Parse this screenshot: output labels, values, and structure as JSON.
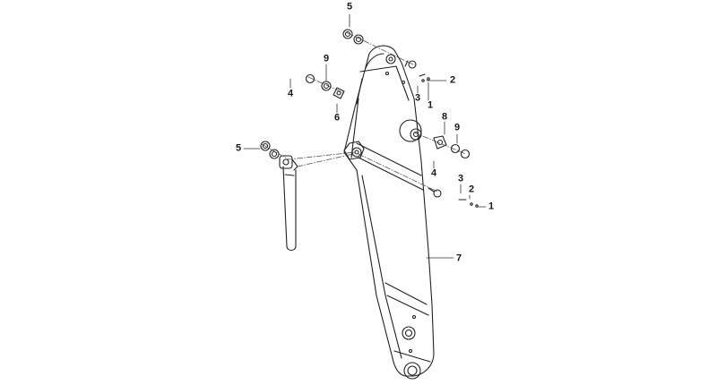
{
  "diagram": {
    "callouts": [
      {
        "id": "c5a",
        "label": "5"
      },
      {
        "id": "c9a",
        "label": "9"
      },
      {
        "id": "c4a",
        "label": "4"
      },
      {
        "id": "c6",
        "label": "6"
      },
      {
        "id": "c3a",
        "label": "3"
      },
      {
        "id": "c2a",
        "label": "2"
      },
      {
        "id": "c1a",
        "label": "1"
      },
      {
        "id": "c8",
        "label": "8"
      },
      {
        "id": "c9b",
        "label": "9"
      },
      {
        "id": "c5b",
        "label": "5"
      },
      {
        "id": "c4b",
        "label": "4"
      },
      {
        "id": "c3b",
        "label": "3"
      },
      {
        "id": "c2b",
        "label": "2"
      },
      {
        "id": "c1b",
        "label": "1"
      },
      {
        "id": "c7",
        "label": "7"
      }
    ]
  }
}
